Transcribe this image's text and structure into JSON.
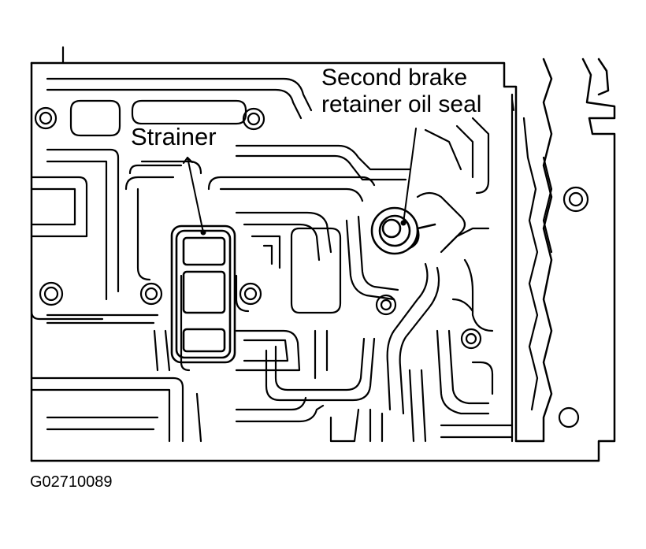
{
  "labels": {
    "second_brake_line1": "Second brake",
    "second_brake_line2": "retainer oil seal",
    "strainer": "Strainer"
  },
  "figure_code": "G02710089"
}
